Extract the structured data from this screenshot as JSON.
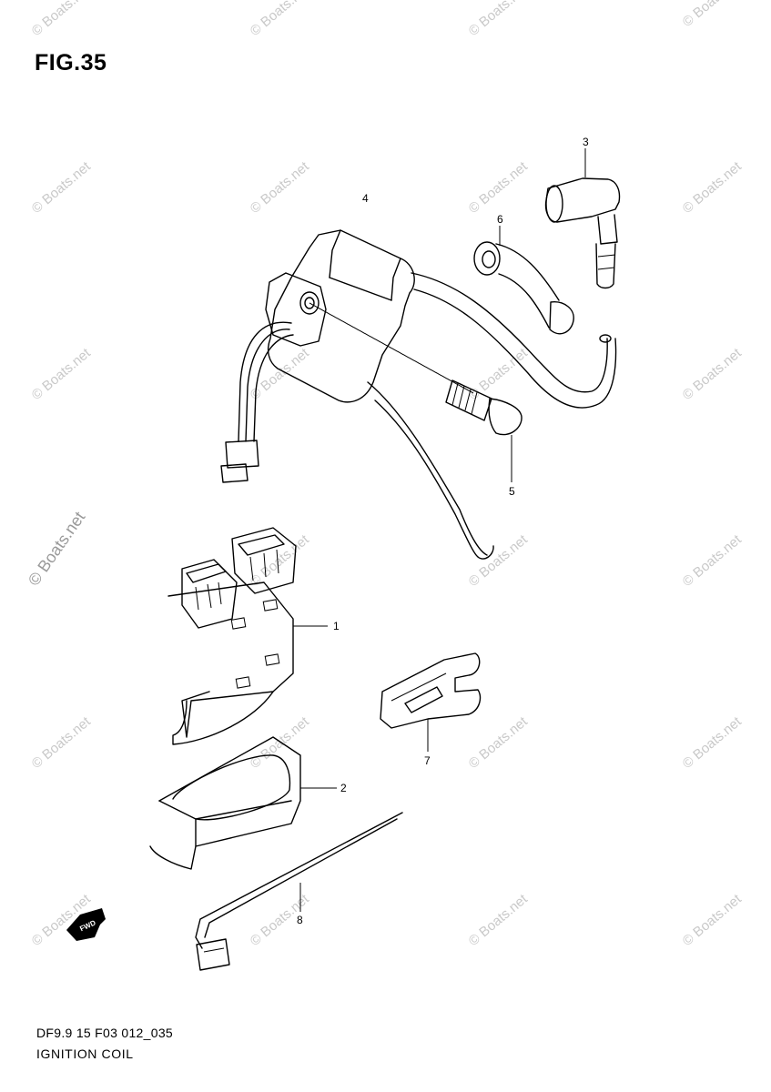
{
  "figure": {
    "title": "FIG.35",
    "code": "DF9.9 15 F03 012_035",
    "caption": "IGNITION COIL"
  },
  "watermark": {
    "text": "© Boats.net",
    "primary_text": "© Boats.net"
  },
  "front_arrow": {
    "label": "FWD"
  },
  "callouts": [
    {
      "id": "1",
      "part": "cdi-unit"
    },
    {
      "id": "2",
      "part": "cdi-cover"
    },
    {
      "id": "3",
      "part": "spark-plug-cap"
    },
    {
      "id": "4",
      "part": "ignition-coil"
    },
    {
      "id": "5",
      "part": "bolt"
    },
    {
      "id": "6",
      "part": "grommet"
    },
    {
      "id": "7",
      "part": "clamp"
    },
    {
      "id": "8",
      "part": "wire-harness"
    }
  ]
}
